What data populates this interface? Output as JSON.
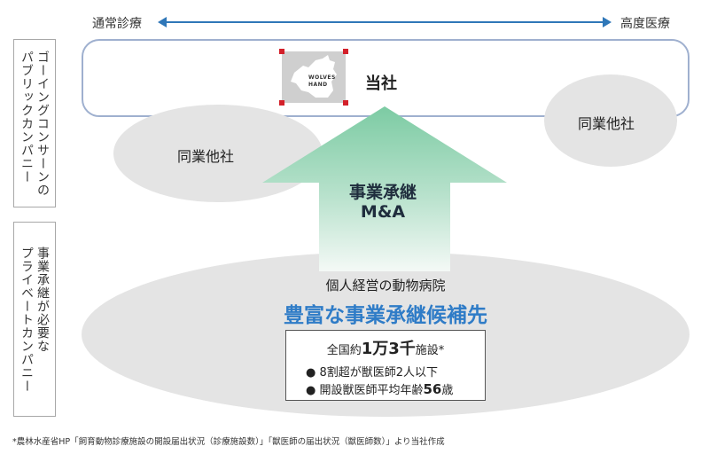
{
  "axis": {
    "left_label": "通常診療",
    "right_label": "高度医療"
  },
  "side_labels": {
    "top": "ゴーイングコンサーンの\nパブリックカンパニー",
    "bottom": "事業承継が必要な\nプライベートカンパニー"
  },
  "top_section": {
    "company_label": "当社",
    "logo_text": "WOLVES\nHAND"
  },
  "peers": {
    "left_label": "同業他社",
    "right_label": "同業他社"
  },
  "arrow": {
    "title": "事業承継",
    "subtitle": "M&A"
  },
  "bottom_section": {
    "clinic_label": "個人経営の動物病院",
    "candidate_label": "豊富な事業承継候補先",
    "facility_prefix": "全国約",
    "facility_count": "1万3千",
    "facility_suffix": "施設*",
    "bullet_1_text": "8割超が獣医師2人以下",
    "bullet_2_prefix": "開設獣医師平均年齢",
    "bullet_2_value": "56",
    "bullet_2_suffix": "歳",
    "bullet_glyph": "●"
  },
  "footnote": "*農林水産省HP「飼育動物診療施設の開設届出状況（診療施設数）」「獣医師の届出状況（獣医師数）」より当社作成",
  "colors": {
    "axis_arrow": "#2f77b8",
    "top_box_border": "#9fb0cf",
    "ellipse_fill": "#e4e4e4",
    "arrow_top": "#7ccba3",
    "arrow_bottom": "#f4f9f6",
    "candidate_text": "#2f7cc7",
    "logo_corner": "#d3202a"
  }
}
